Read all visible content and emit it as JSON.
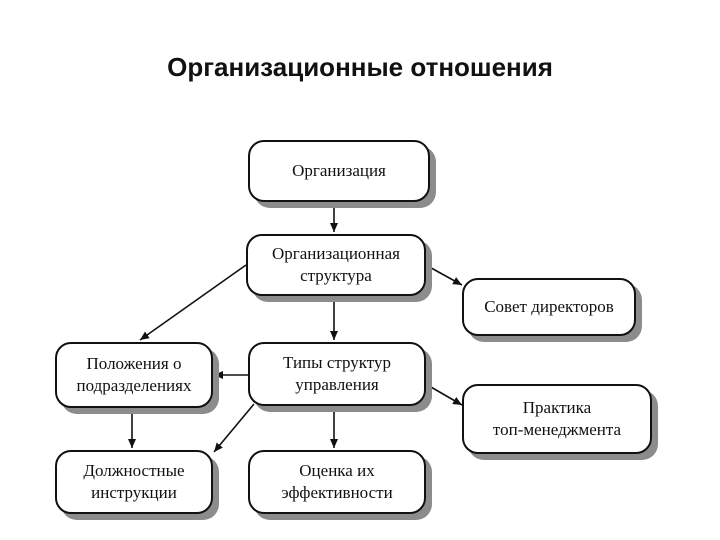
{
  "title": "Организационные отношения",
  "nodes": {
    "organization": "Организация",
    "org_structure": "Организационная\nструктура",
    "board": "Совет директоров",
    "regulations": "Положения о\nподразделениях",
    "structure_types": "Типы структур\nуправления",
    "top_management": "Практика\nтоп-менеджмента",
    "job_descriptions": "Должностные\nинструкции",
    "efficiency": "Оценка их\nэффективности"
  }
}
